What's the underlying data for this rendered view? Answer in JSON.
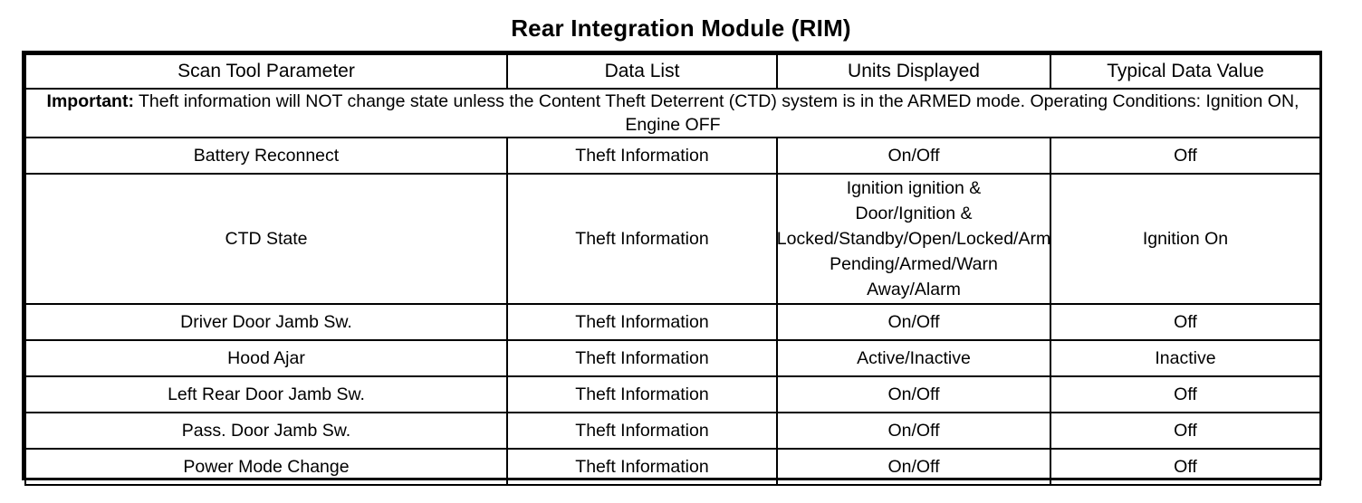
{
  "document": {
    "title": "Rear Integration Module (RIM)"
  },
  "table": {
    "headers": [
      "Scan Tool Parameter",
      "Data List",
      "Units Displayed",
      "Typical Data Value"
    ],
    "note": {
      "label": "Important:",
      "text": " Theft information will NOT change state unless the Content Theft Deterrent (CTD) system is in the ARMED mode. Operating Conditions: Ignition ON, Engine OFF"
    },
    "rows": [
      {
        "parameter": "Battery Reconnect",
        "data_list": "Theft Information",
        "units": "On/Off",
        "typical_value": "Off"
      },
      {
        "parameter": "CTD State",
        "data_list": "Theft Information",
        "units_lines": [
          "Ignition ignition &",
          "Door/Ignition &",
          "Locked/Standby/Open/Locked/Arm",
          "Pending/Armed/Warn",
          "Away/Alarm"
        ],
        "typical_value": "Ignition On"
      },
      {
        "parameter": "Driver Door Jamb Sw.",
        "data_list": "Theft Information",
        "units": "On/Off",
        "typical_value": "Off"
      },
      {
        "parameter": "Hood Ajar",
        "data_list": "Theft Information",
        "units": "Active/Inactive",
        "typical_value": "Inactive"
      },
      {
        "parameter": "Left Rear Door Jamb Sw.",
        "data_list": "Theft Information",
        "units": "On/Off",
        "typical_value": "Off"
      },
      {
        "parameter": "Pass. Door Jamb Sw.",
        "data_list": "Theft Information",
        "units": "On/Off",
        "typical_value": "Off"
      },
      {
        "parameter": "Power Mode Change",
        "data_list": "Theft Information",
        "units": "On/Off",
        "typical_value": "Off"
      }
    ]
  },
  "colors": {
    "text": "#000000",
    "background": "#ffffff",
    "border": "#000000"
  }
}
